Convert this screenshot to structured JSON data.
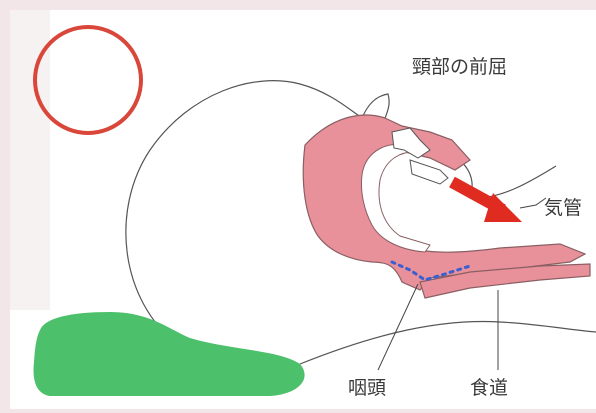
{
  "diagram": {
    "title": "頸部の前屈",
    "labels": {
      "trachea": "気管",
      "pharynx": "咽頭",
      "esophagus": "食道"
    },
    "colors": {
      "background": "#f3e6e9",
      "panel": "#ffffff",
      "tissue": "#e8919a",
      "tissue_outline": "#8a5f63",
      "pillow": "#4cc06a",
      "arrow": "#e02b20",
      "circle": "#d9463a",
      "dots": "#3a5fd0"
    },
    "icons": {
      "correct_mark": "circle-icon"
    }
  }
}
